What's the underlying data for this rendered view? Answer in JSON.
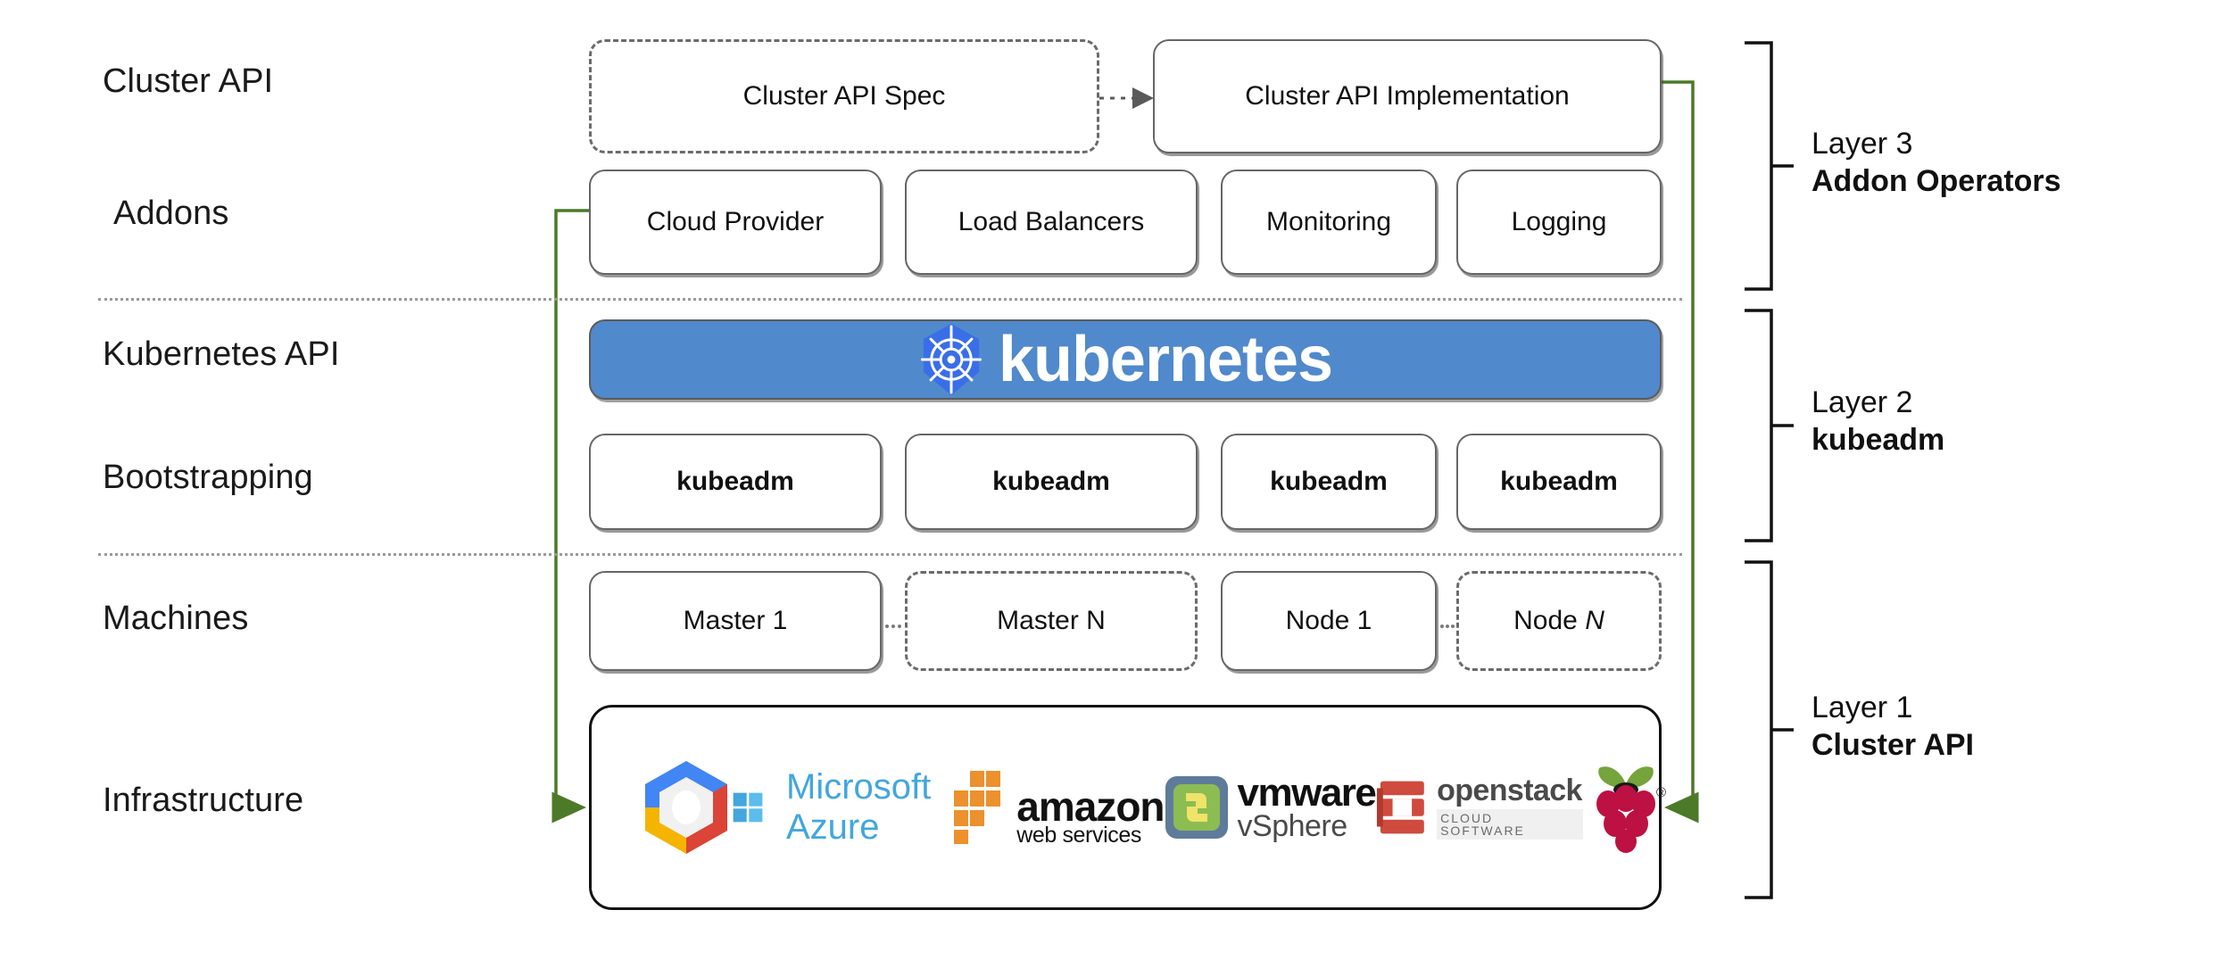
{
  "diagram": {
    "title": "Kubernetes Cluster API layered architecture",
    "accent_green": "#4c7a28",
    "kubernetes_blue": "#5089cc",
    "k8s_logo_blue": "#326ce5",
    "box_border": "#666666",
    "separator_color": "#9a9a9a"
  },
  "row_labels": [
    {
      "id": "cluster-api",
      "text": "Cluster API"
    },
    {
      "id": "addons",
      "text": "Addons"
    },
    {
      "id": "kubernetes-api",
      "text": "Kubernetes API"
    },
    {
      "id": "bootstrapping",
      "text": "Bootstrapping"
    },
    {
      "id": "machines",
      "text": "Machines"
    },
    {
      "id": "infrastructure",
      "text": "Infrastructure"
    }
  ],
  "cluster_api_row": {
    "spec": {
      "label": "Cluster API Spec",
      "style": "dashed"
    },
    "implementation": {
      "label": "Cluster API Implementation",
      "style": "solid"
    },
    "connector": "dotted-arrow-right"
  },
  "addons_row": {
    "boxes": [
      {
        "label": "Cloud Provider"
      },
      {
        "label": "Load Balancers"
      },
      {
        "label": "Monitoring"
      },
      {
        "label": "Logging"
      }
    ]
  },
  "kubernetes_banner": {
    "wordmark": "kubernetes",
    "logo_name": "kubernetes-helm-wheel-icon"
  },
  "bootstrapping_row": {
    "boxes": [
      {
        "label": "kubeadm"
      },
      {
        "label": "kubeadm"
      },
      {
        "label": "kubeadm"
      },
      {
        "label": "kubeadm"
      }
    ]
  },
  "machines_row": {
    "boxes": [
      {
        "label": "Master 1",
        "style": "solid"
      },
      {
        "label": "Master N",
        "style": "dashed"
      },
      {
        "label": "Node 1",
        "style": "solid"
      },
      {
        "label": "Node N",
        "style": "dashed",
        "italic_tail": "N"
      }
    ]
  },
  "infrastructure_row": {
    "providers": [
      {
        "name": "google-cloud-platform-logo",
        "label": ""
      },
      {
        "name": "microsoft-azure-logo",
        "label": "Microsoft Azure"
      },
      {
        "name": "amazon-web-services-logo",
        "label_top": "amazon",
        "label_bottom": "web services"
      },
      {
        "name": "vmware-vsphere-logo",
        "label_top": "vmware",
        "label_bottom": "vSphere"
      },
      {
        "name": "openstack-logo",
        "label_top": "openstack",
        "label_bottom": "CLOUD SOFTWARE"
      },
      {
        "name": "raspberry-pi-logo",
        "label": ""
      }
    ]
  },
  "layers": [
    {
      "id": "layer-3",
      "number": "Layer 3",
      "name": "Addon Operators"
    },
    {
      "id": "layer-2",
      "number": "Layer 2",
      "name": "kubeadm"
    },
    {
      "id": "layer-1",
      "number": "Layer 1",
      "name": "Cluster API"
    }
  ]
}
